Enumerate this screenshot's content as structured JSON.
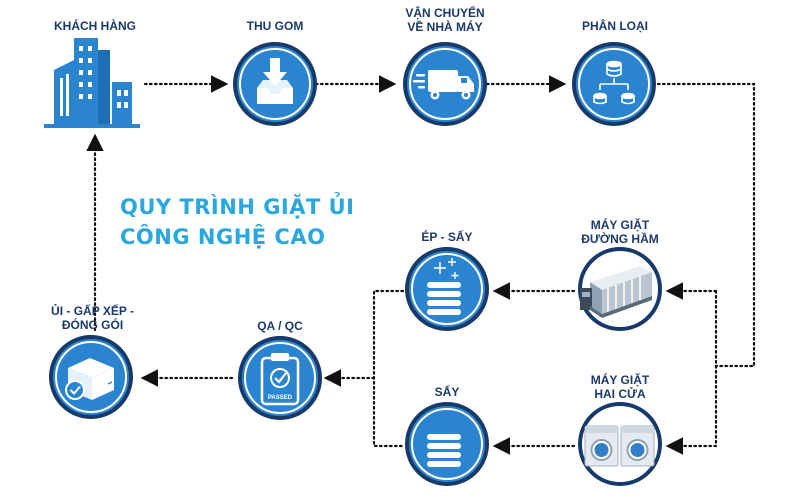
{
  "diagram": {
    "title_line1": "QUY TRÌNH GIẶT ỦI",
    "title_line2": "CÔNG NGHỆ CAO",
    "steps": {
      "customer": "KHÁCH HÀNG",
      "collect": "THU GOM",
      "transport_line1": "VẬN CHUYỂN",
      "transport_line2": "VỀ NHÀ MÁY",
      "sort": "PHÂN LOẠI",
      "tunnel_washer_line1": "MÁY GIẶT",
      "tunnel_washer_line2": "ĐƯỜNG HẦM",
      "double_washer_line1": "MÁY GIẶT",
      "double_washer_line2": "HAI CỬA",
      "press_dry": "ÉP - SẤY",
      "dry": "SẤY",
      "qa_qc": "QA / QC",
      "qc_stamp": "PASSED",
      "pack_line1": "ỦI - GẤP XẾP -",
      "pack_line2": "ĐÓNG GÓI"
    }
  },
  "colors": {
    "primary": "#2b84cf",
    "navy": "#173a6b",
    "accent": "#28a7e1"
  },
  "icons": [
    "building-icon",
    "inbox-download-icon",
    "delivery-truck-icon",
    "database-sort-icon",
    "tunnel-washer-icon",
    "folded-towels-icon",
    "washing-machines-icon",
    "passed-clipboard-icon",
    "package-check-icon"
  ]
}
